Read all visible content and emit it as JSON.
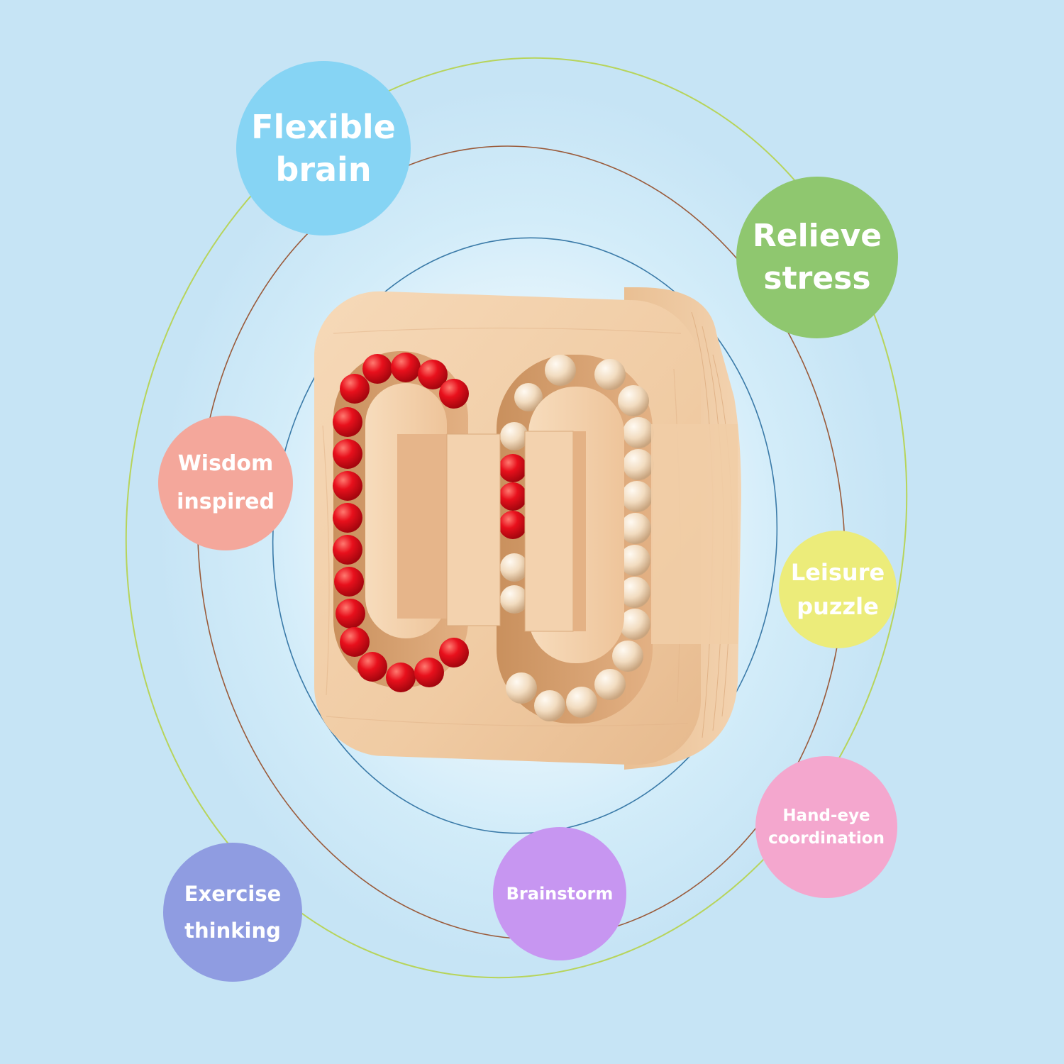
{
  "badges": {
    "flexible_brain": {
      "label": "Flexible\nbrain",
      "color": "#86d4f4"
    },
    "relieve_stress": {
      "label": "Relieve\nstress",
      "color": "#8fc76f"
    },
    "wisdom_inspired": {
      "label": "Wisdom\ninspired",
      "color": "#f4a79b"
    },
    "leisure_puzzle": {
      "label": "Leisure\npuzzle",
      "color": "#ecec7a"
    },
    "exercise_thinking": {
      "label": "Exercise\nthinking",
      "color": "#8f9ce1"
    },
    "brainstorm": {
      "label": "Brainstorm",
      "color": "#c796f1"
    },
    "hand_eye": {
      "label": "Hand-eye\ncoordination",
      "color": "#f4a7ce"
    }
  },
  "orbit_colors": {
    "outer": "#b7d45a",
    "middle": "#9a5a3a",
    "inner": "#3a7aa8"
  },
  "wood_color": "#f2cfa9",
  "bead_colors": {
    "red": "#e8101c",
    "natural": "#f2dcc0"
  }
}
